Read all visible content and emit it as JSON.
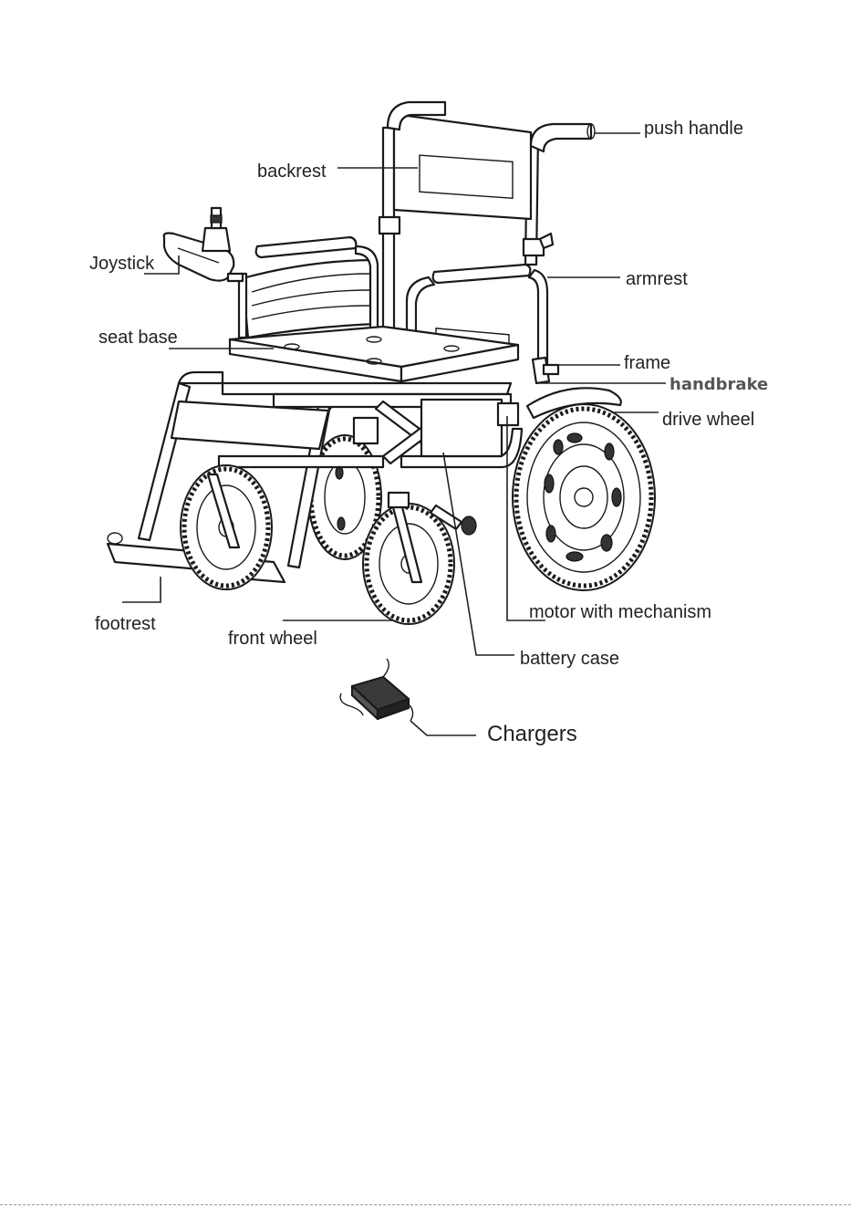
{
  "labels": {
    "push_handle": "push handle",
    "backrest": "backrest",
    "joystick": "Joystick",
    "armrest": "armrest",
    "seat_base": "seat base",
    "frame": "frame",
    "handbrake": "handbrake",
    "drive_wheel": "drive wheel",
    "motor": "motor with mechanism",
    "footrest": "footrest",
    "front_wheel": "front wheel",
    "battery_case": "battery case",
    "chargers": "Chargers"
  }
}
